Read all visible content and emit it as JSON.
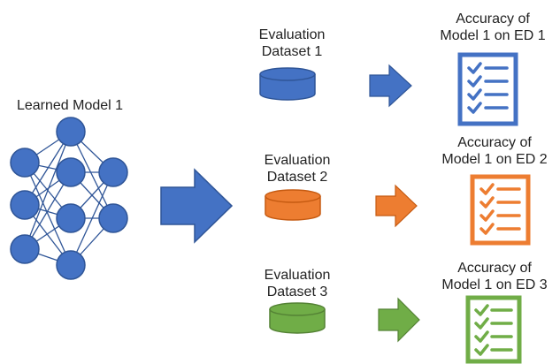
{
  "model": {
    "label": "Learned Model 1"
  },
  "colors": {
    "blue": "#4472C4",
    "blue_dark": "#2F5597",
    "orange": "#ED7D31",
    "orange_dark": "#C55A11",
    "green": "#70AD47",
    "green_dark": "#548235"
  },
  "rows": [
    {
      "dataset_line1": "Evaluation",
      "dataset_line2": "Dataset 1",
      "result_line1": "Accuracy of",
      "result_line2": "Model 1 on ED 1",
      "color": "blue"
    },
    {
      "dataset_line1": "Evaluation",
      "dataset_line2": "Dataset 2",
      "result_line1": "Accuracy of",
      "result_line2": "Model 1 on ED 2",
      "color": "orange"
    },
    {
      "dataset_line1": "Evaluation",
      "dataset_line2": "Dataset 3",
      "result_line1": "Accuracy of",
      "result_line2": "Model 1 on ED 3",
      "color": "green"
    }
  ],
  "icons": {
    "network": "neural-network-icon",
    "dataset": "database-cylinder-icon",
    "checklist": "checklist-icon",
    "arrow": "right-arrow-icon"
  }
}
